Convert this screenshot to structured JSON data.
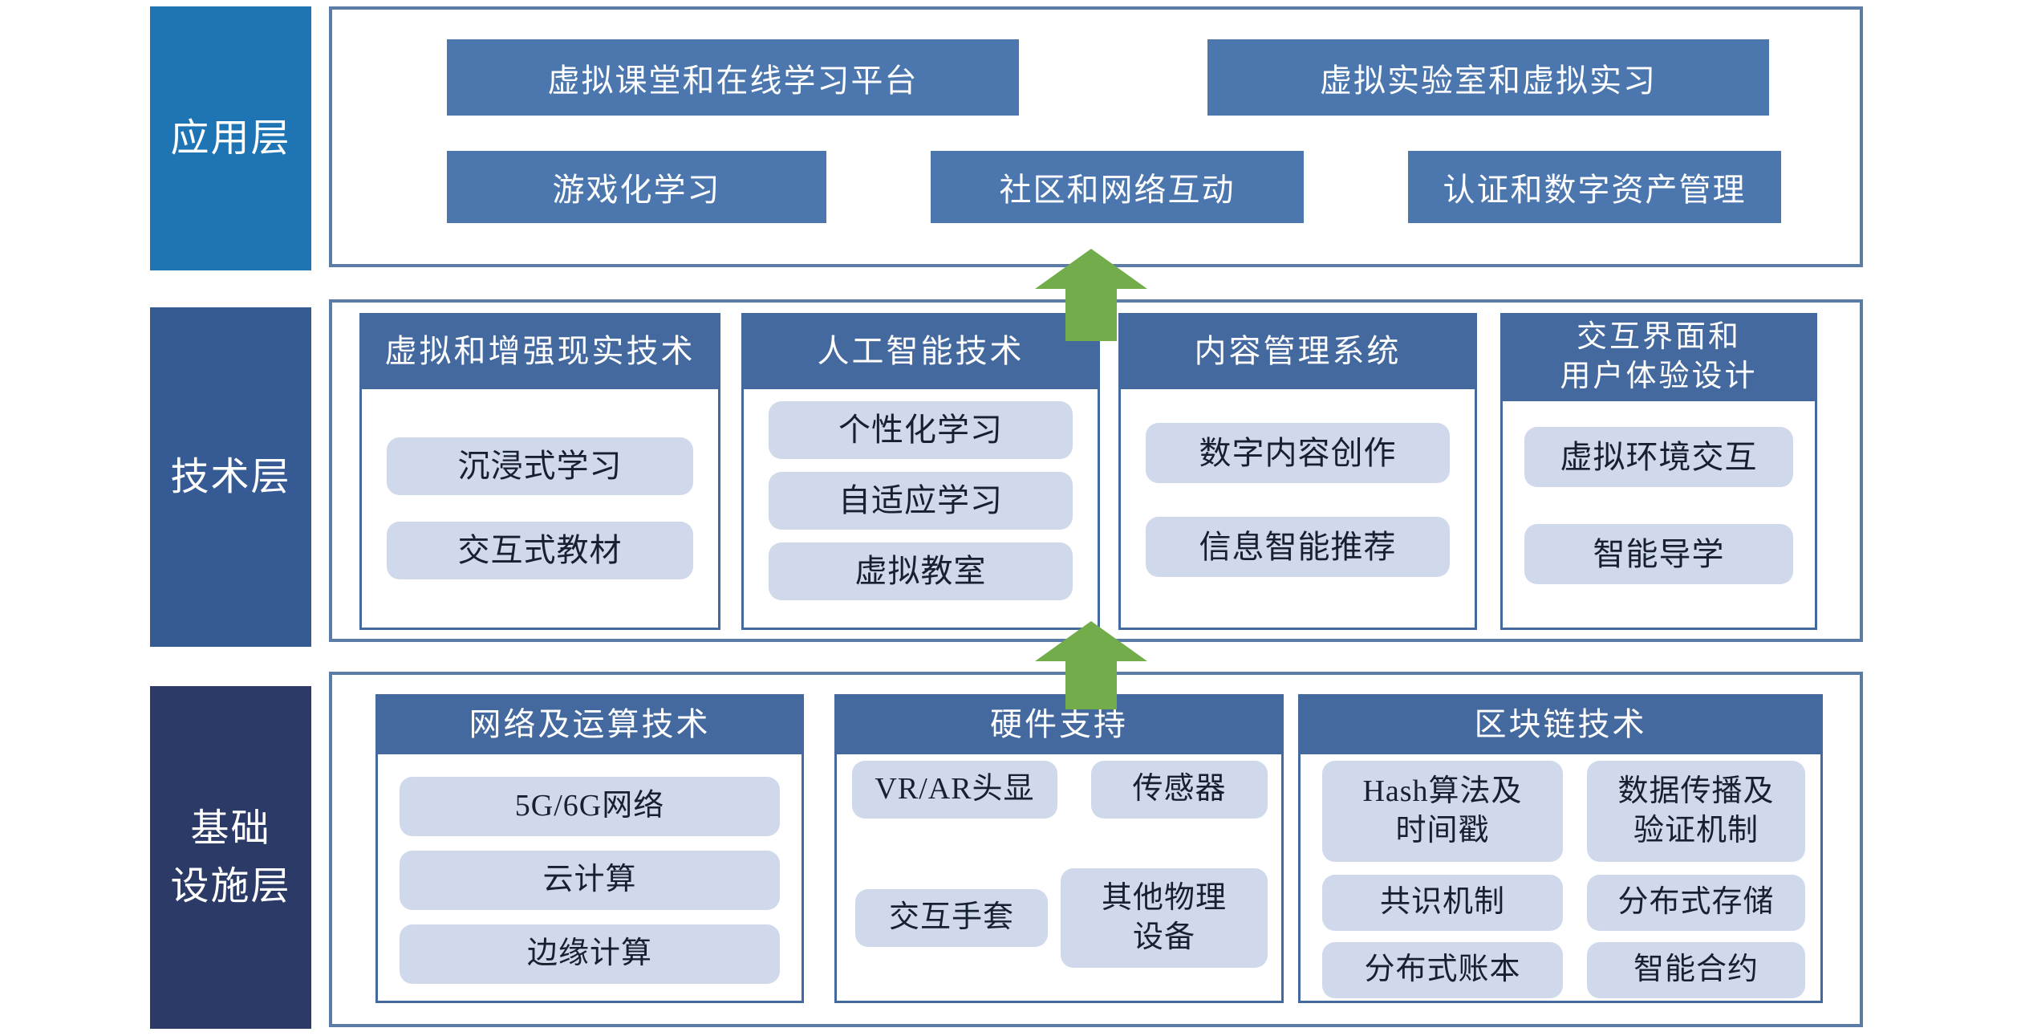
{
  "palette": {
    "c_bg": "#FFFFFF",
    "c_app_label": "#1F74B4",
    "c_tech_label": "#365A94",
    "c_infra_label": "#2B3A66",
    "c_header": "#44699F",
    "c_appbox": "#4B77AE",
    "c_pill": "#CFD9EB",
    "c_pill_text": "#16202F",
    "c_outer_border": "#5C7CA8",
    "c_col_border": "#44699E",
    "c_green": "#72AC4B"
  },
  "app_layer": {
    "label": "应用层",
    "row1": [
      "虚拟课堂和在线学习平台",
      "虚拟实验室和虚拟实习"
    ],
    "row2": [
      "游戏化学习",
      "社区和网络互动",
      "认证和数字资产管理"
    ]
  },
  "tech_layer": {
    "label": "技术层",
    "columns": [
      {
        "header": "虚拟和增强现实技术",
        "items": [
          "沉浸式学习",
          "交互式教材"
        ]
      },
      {
        "header": "人工智能技术",
        "items": [
          "个性化学习",
          "自适应学习",
          "虚拟教室"
        ]
      },
      {
        "header": "内容管理系统",
        "items": [
          "数字内容创作",
          "信息智能推荐"
        ]
      },
      {
        "header": "交互界面和\n用户体验设计",
        "items": [
          "虚拟环境交互",
          "智能导学"
        ]
      }
    ]
  },
  "infra_layer": {
    "label": "基础\n设施层",
    "columns": [
      {
        "header": "网络及运算技术",
        "items": [
          "5G/6G网络",
          "云计算",
          "边缘计算"
        ]
      },
      {
        "header": "硬件支持",
        "items": [
          "VR/AR头显",
          "传感器",
          "交互手套",
          "其他物理\n设备"
        ]
      },
      {
        "header": "区块链技术",
        "items": [
          "Hash算法及\n时间戳",
          "数据传播及\n验证机制",
          "共识机制",
          "分布式存储",
          "分布式账本",
          "智能合约"
        ]
      }
    ]
  },
  "icons": {
    "up_arrow_1": "green-up-arrow",
    "up_arrow_2": "green-up-arrow"
  }
}
